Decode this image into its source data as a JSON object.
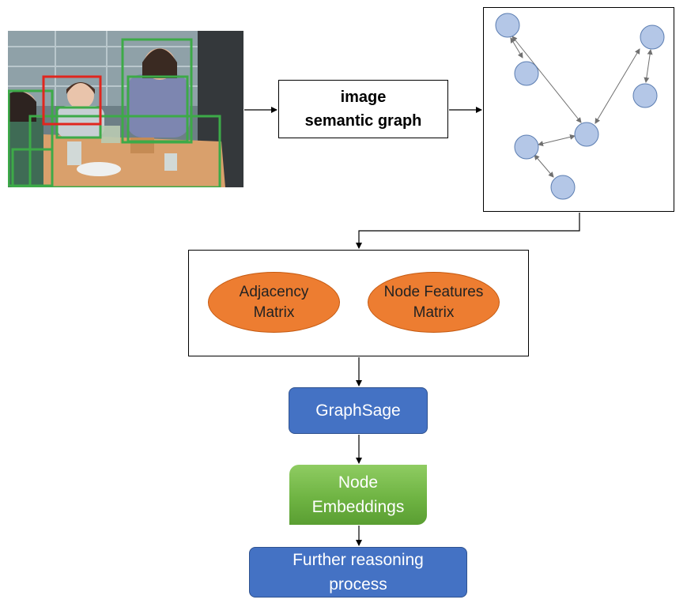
{
  "photo": {
    "subject": "children at a table with detection boxes",
    "box_colors": {
      "person": "#3DAA48",
      "highlight": "#E0261E"
    }
  },
  "semantic_box": {
    "line1": "image",
    "line2": "semantic graph"
  },
  "matrix": {
    "adjacency": {
      "line1": "Adjacency",
      "line2": "Matrix"
    },
    "features": {
      "line1": "Node Features",
      "line2": "Matrix"
    }
  },
  "graphsage": {
    "label": "GraphSage"
  },
  "embeddings": {
    "line1": "Node",
    "line2": "Embeddings"
  },
  "further": {
    "line1": "Further reasoning",
    "line2": "process"
  },
  "colors": {
    "ellipse_fill": "#ED7D31",
    "blue_box": "#4472C4",
    "green_box": "#70AD47",
    "graph_node_fill": "#B4C7E7",
    "graph_node_stroke": "#5B7DB1",
    "edge_color": "#707070"
  }
}
